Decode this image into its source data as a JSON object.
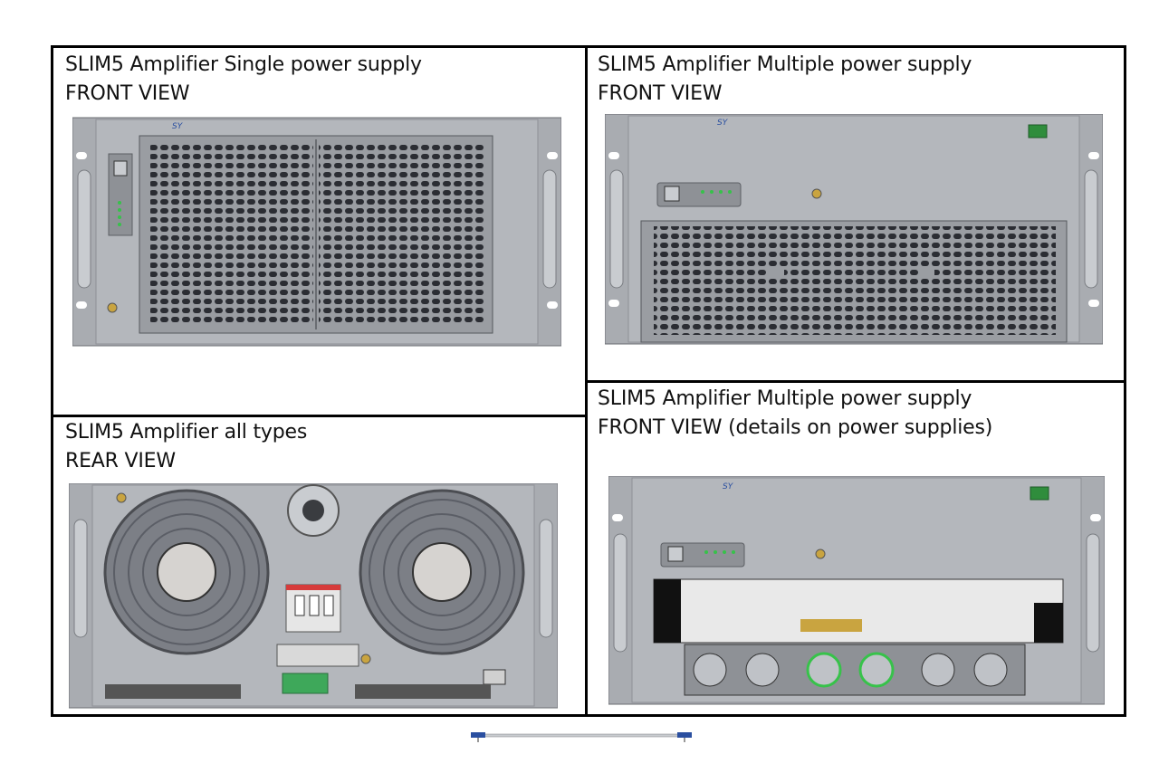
{
  "panels": {
    "front_single": {
      "line1": "SLIM5 Amplifier Single power supply",
      "line2": "FRONT VIEW"
    },
    "front_multi": {
      "line1": "SLIM5 Amplifier Multiple power supply",
      "line2": "FRONT VIEW"
    },
    "rear_all": {
      "line1": "SLIM5 Amplifier all types",
      "line2": "REAR VIEW"
    },
    "front_multi_details": {
      "line1": "SLIM5 Amplifier Multiple power supply",
      "line2": "FRONT VIEW (details on power supplies)"
    }
  },
  "colors": {
    "chassis": "#a9acb1",
    "chassis_dark": "#8e9196",
    "grille": "#2b2d33",
    "frame": "#000000",
    "led_green": "#37c24a",
    "brass": "#c9a440",
    "breaker_red": "#d63b3b"
  }
}
